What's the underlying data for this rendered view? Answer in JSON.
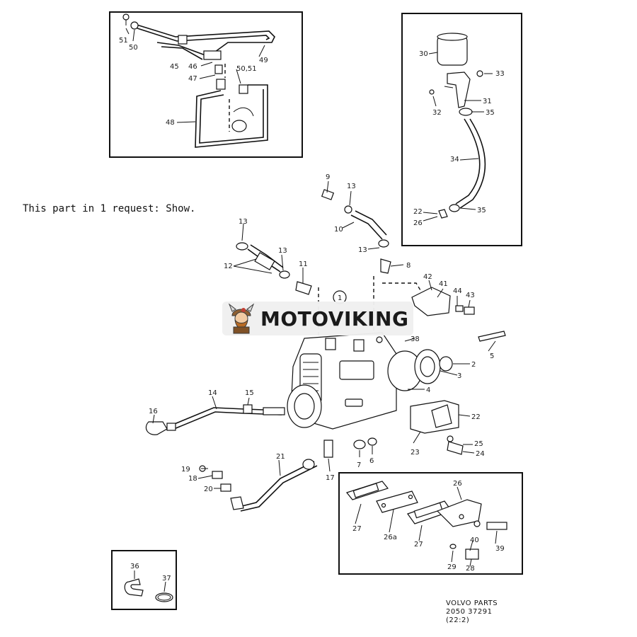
{
  "request_note": "This part in 1 request: Show.",
  "logo": {
    "brand": "MOTOVIKING",
    "icon": "viking-mascot-icon"
  },
  "catalog": {
    "line1": "VOLVO PARTS",
    "line2": "2050 37291",
    "line3": "(22:2)"
  },
  "callouts": {
    "c1": "1",
    "c2": "2",
    "c3": "3",
    "c4": "4",
    "c5": "5",
    "c6": "6",
    "c7": "7",
    "c8": "8",
    "c9": "9",
    "c10": "10",
    "c11": "11",
    "c12": "12",
    "c13a": "13",
    "c13b": "13",
    "c13c": "13",
    "c13d": "13",
    "c14": "14",
    "c15": "15",
    "c16": "16",
    "c17": "17",
    "c18": "18",
    "c19": "19",
    "c20": "20",
    "c21": "21",
    "c22a": "22",
    "c22b": "22",
    "c23": "23",
    "c24": "24",
    "c25": "25",
    "c26a": "26",
    "c26b": "26",
    "c26c": "26a",
    "c27a": "27",
    "c27b": "27",
    "c28": "28",
    "c29": "29",
    "c30": "30",
    "c31": "31",
    "c32": "32",
    "c33": "33",
    "c34": "34",
    "c35a": "35",
    "c35b": "35",
    "c36": "36",
    "c37": "37",
    "c38": "38",
    "c39": "39",
    "c40": "40",
    "c41": "41",
    "c42": "42",
    "c43": "43",
    "c44": "44",
    "c45": "45",
    "c46": "46",
    "c47": "47",
    "c48": "48",
    "c49": "49",
    "c50a": "50",
    "c5051": "50,51",
    "c51": "51"
  }
}
